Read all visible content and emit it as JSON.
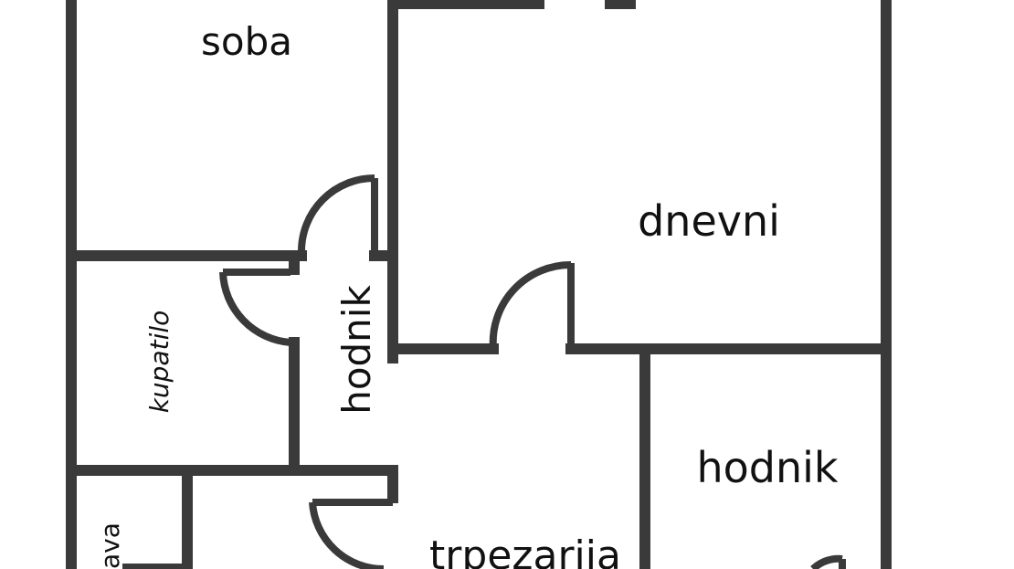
{
  "rooms": {
    "soba": "soba",
    "dnevni": "dnevni",
    "kupatilo": "kupatilo",
    "hodnik_vertical": "hodnik",
    "hodnik_right": "hodnik",
    "trpezarija": "trpezarija",
    "ostava": "ava"
  },
  "colors": {
    "wall": "#3a3a3a",
    "text": "#111111",
    "background": "#ffffff"
  }
}
